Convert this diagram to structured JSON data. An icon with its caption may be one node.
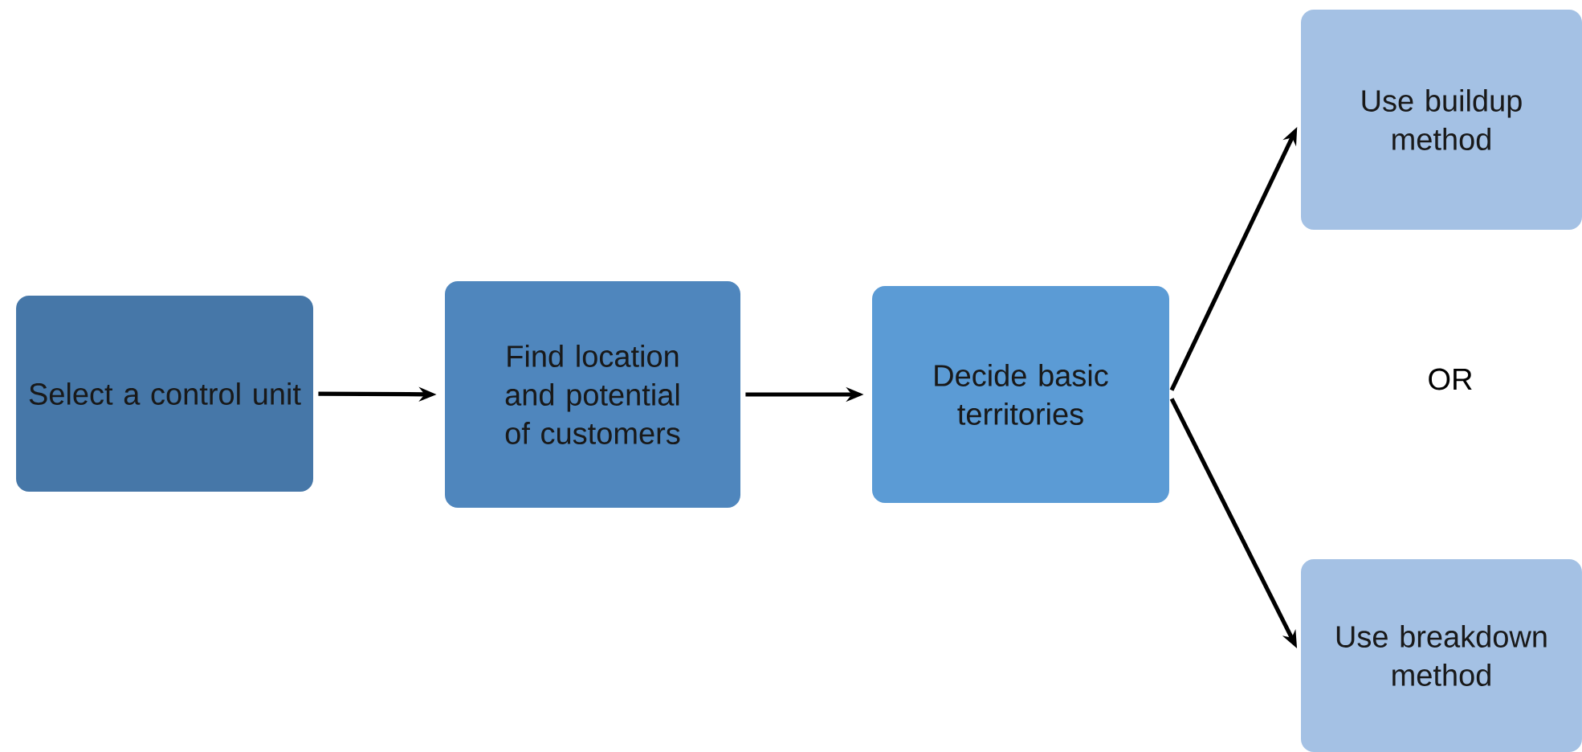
{
  "diagram": {
    "nodes": [
      {
        "text": [
          "Select a control unit"
        ]
      },
      {
        "text": [
          "Find location and potential of customers"
        ]
      },
      {
        "text": [
          "Decide basic territories"
        ]
      },
      {
        "text": [
          "Use buildup method"
        ]
      },
      {
        "text": [
          "Use breakdown method"
        ]
      }
    ],
    "edges": [
      {
        "from": 0,
        "to": 1,
        "arrow": "to"
      },
      {
        "from": 1,
        "to": 2,
        "arrow": "to"
      },
      {
        "from": 2,
        "to": 3,
        "arrow": "to"
      },
      {
        "from": 2,
        "to": 4,
        "arrow": "to"
      }
    ],
    "labels": [
      "OR"
    ]
  }
}
